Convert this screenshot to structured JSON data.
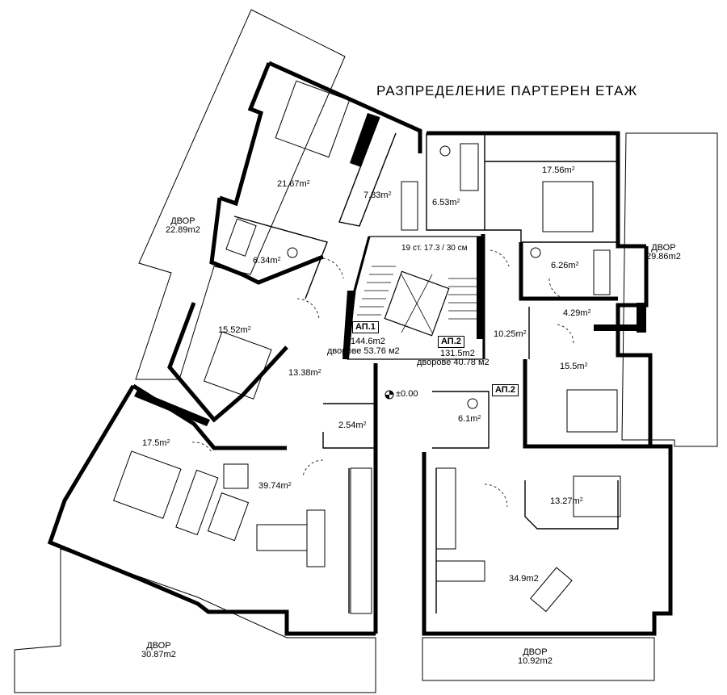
{
  "plan": {
    "title": "РАЗПРЕДЕЛЕНИЕ ПАРТЕРЕН ЕТАЖ",
    "rooms": {
      "bed_top_left": "21.67m",
      "bath_top": "7.83m",
      "wc_top": "6.53m",
      "bed_top_right": "17.56m",
      "bath_left": "6.34m",
      "bath_right": "6.26m",
      "hall_right_small": "4.29m",
      "bed_mid_left": "15.52m",
      "hall_left": "13.38m",
      "hall_right": "10.25m",
      "bed_mid_right": "15.5m",
      "wc_center_left": "2.54m",
      "wc_center_right": "6.1m",
      "bed_bottom_left": "17.5m",
      "living_left": "39.74m",
      "bed_bottom_right": "13.27m",
      "living_right": "34.9m2"
    },
    "sq": "2",
    "stairs_label": "19 ст. 17.3 / 30 см",
    "level": "±0.00",
    "apartments": {
      "ap1": {
        "tag": "АП.1",
        "area": "144.6m2",
        "yards": "дворове 53.76 м2"
      },
      "ap2": {
        "tag": "АП.2",
        "area": "131.5m2",
        "yards": "дворове 40.78 м2"
      },
      "ap2_b": {
        "tag": "АП.2"
      }
    },
    "yards": {
      "top_left": {
        "label": "ДВОР",
        "area": "22.89m2"
      },
      "right": {
        "label": "ДВОР",
        "area": "29.86m2"
      },
      "bottom_left": {
        "label": "ДВОР",
        "area": "30.87m2"
      },
      "bottom_right": {
        "label": "ДВОР",
        "area": "10.92m2"
      }
    }
  }
}
